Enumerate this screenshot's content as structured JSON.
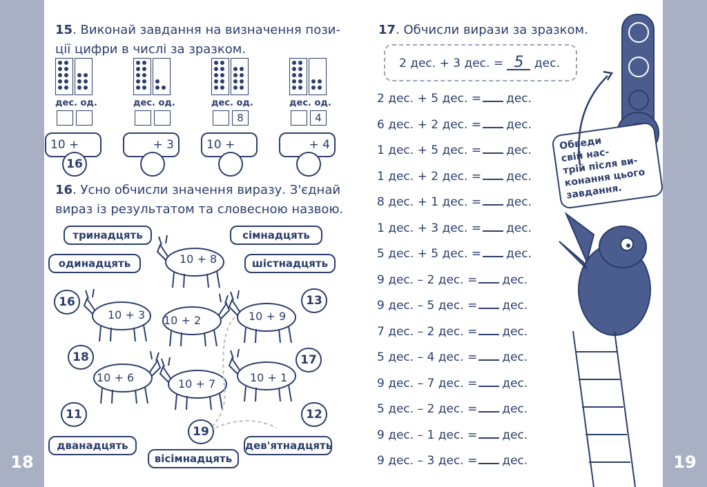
{
  "left_page": {
    "page_number": "18",
    "task15": {
      "number": "15",
      "text_line1": "Виконай завдання на визначення пози-",
      "text_line2": "ції цифри в числі за зразком.",
      "col_labels": "дес. од.",
      "items": [
        {
          "expr": "10 +",
          "answer": "16",
          "ones_box": ""
        },
        {
          "expr": "+ 3",
          "answer": "",
          "ones_box": ""
        },
        {
          "expr": "10 +",
          "answer": "",
          "ones_box": "8"
        },
        {
          "expr": "+ 4",
          "answer": "",
          "ones_box": "4"
        }
      ]
    },
    "task16": {
      "number": "16",
      "text_line1": "Усно обчисли значення виразу. З'єднай",
      "text_line2": "вираз із результатом та словесною назвою.",
      "words": [
        "тринадцять",
        "сімнадцять",
        "одинадцять",
        "шістнадцять",
        "дванадцять",
        "вісімнадцять",
        "дев'ятнадцять"
      ],
      "goats": [
        "10 + 8",
        "10 + 3",
        "10 + 2",
        "10 + 9",
        "10 + 6",
        "10 + 7",
        "10 + 1"
      ],
      "apples": [
        "16",
        "13",
        "18",
        "17",
        "11",
        "12",
        "19"
      ]
    }
  },
  "right_page": {
    "page_number": "19",
    "task17": {
      "number": "17",
      "text": "Обчисли вирази за зразком.",
      "sample": {
        "left": "2 дес. + 3 дес. =",
        "answer": "5",
        "right": "дес."
      },
      "exercises": [
        "2 дес. + 5 дес. =",
        "6 дес. + 2 дес. =",
        "1 дес. + 5 дес. =",
        "1 дес. + 2 дес. =",
        "8 дес. + 1 дес. =",
        "1 дес. + 3 дес. =",
        "5 дес. + 5 дес. =",
        "9 дес. – 2 дес. =",
        "9 дес. – 5 дес. =",
        "7 дес. – 2 дес. =",
        "5 дес. – 4 дес. =",
        "9 дес. – 7 дес. =",
        "5 дес. – 2 дес. =",
        "9 дес. – 1 дес. =",
        "9 дес. – 3 дес. ="
      ],
      "unit": "дес."
    },
    "mood_note": {
      "line1": "Обведи",
      "line2": "свій нас-",
      "line3": "трій після ви-",
      "line4": "конання цього",
      "line5": "завдання."
    }
  }
}
